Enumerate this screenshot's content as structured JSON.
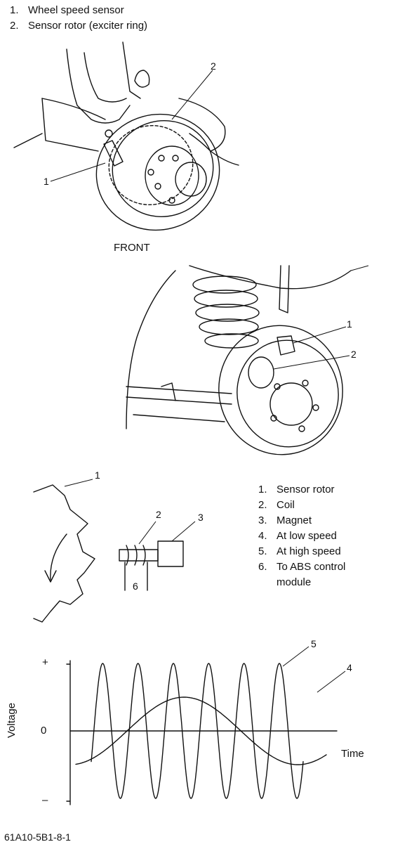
{
  "top_legend": [
    {
      "num": "1.",
      "label": "Wheel speed sensor"
    },
    {
      "num": "2.",
      "label": "Sensor rotor (exciter ring)"
    }
  ],
  "front_view": {
    "caption": "FRONT",
    "callouts": [
      "1",
      "2"
    ]
  },
  "rear_view": {
    "callouts": [
      "1",
      "2"
    ]
  },
  "schematic": {
    "callouts": [
      "1",
      "2",
      "3",
      "6"
    ],
    "legend": [
      {
        "num": "1.",
        "label": "Sensor rotor"
      },
      {
        "num": "2.",
        "label": "Coil"
      },
      {
        "num": "3.",
        "label": "Magnet"
      },
      {
        "num": "4.",
        "label": "At low speed"
      },
      {
        "num": "5.",
        "label": "At high speed"
      },
      {
        "num": "6.",
        "label": "To ABS control"
      },
      {
        "num": "",
        "label": "module"
      }
    ]
  },
  "chart_data": {
    "type": "line",
    "xlabel": "Time",
    "ylabel": "Voltage",
    "y_ticks": [
      "+",
      "0",
      "–"
    ],
    "series": [
      {
        "name": "5",
        "cycles": 6,
        "amplitude": 1.0
      },
      {
        "name": "4",
        "cycles": 1.1,
        "amplitude": 0.5
      }
    ]
  },
  "figure_code": "61A10-5B1-8-1"
}
